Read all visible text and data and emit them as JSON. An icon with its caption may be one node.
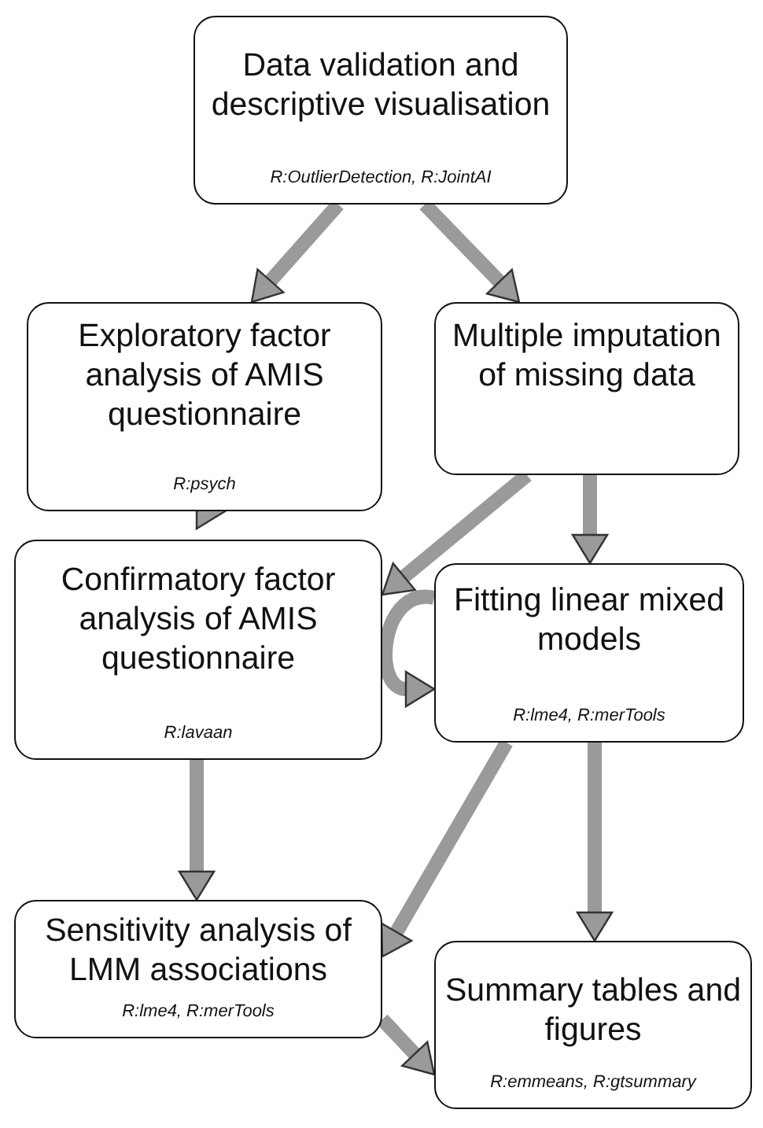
{
  "diagram": {
    "nodes": [
      {
        "text": [
          "Data validation and descriptive visualisation",
          "R:OutlierDetection, R:JointAI"
        ]
      },
      {
        "text": [
          "Exploratory factor analysis of AMIS questionnaire",
          "R:psych"
        ]
      },
      {
        "text": [
          "Multiple imputation of missing data"
        ]
      },
      {
        "text": [
          "Confirmatory factor analysis of AMIS questionnaire",
          "R:lavaan"
        ]
      },
      {
        "text": [
          "Fitting linear mixed models",
          "R:lme4, R:merTools"
        ]
      },
      {
        "text": [
          "Sensitivity analysis of LMM associations",
          "R:lme4, R:merTools"
        ]
      },
      {
        "text": [
          "Summary tables and figures",
          "R:emmeans, R:gtsummary"
        ]
      }
    ],
    "edges": [
      {
        "from": 0,
        "to": 1,
        "arrow": "to"
      },
      {
        "from": 0,
        "to": 2,
        "arrow": "to"
      },
      {
        "from": 1,
        "to": 3,
        "arrow": "to"
      },
      {
        "from": 2,
        "to": 3,
        "arrow": "to"
      },
      {
        "from": 2,
        "to": 4,
        "arrow": "to"
      },
      {
        "from": 4,
        "to": 4,
        "arrow": "to"
      },
      {
        "from": 3,
        "to": 5,
        "arrow": "to"
      },
      {
        "from": 4,
        "to": 5,
        "arrow": "to"
      },
      {
        "from": 4,
        "to": 6,
        "arrow": "to"
      },
      {
        "from": 5,
        "to": 6,
        "arrow": "to"
      }
    ]
  }
}
